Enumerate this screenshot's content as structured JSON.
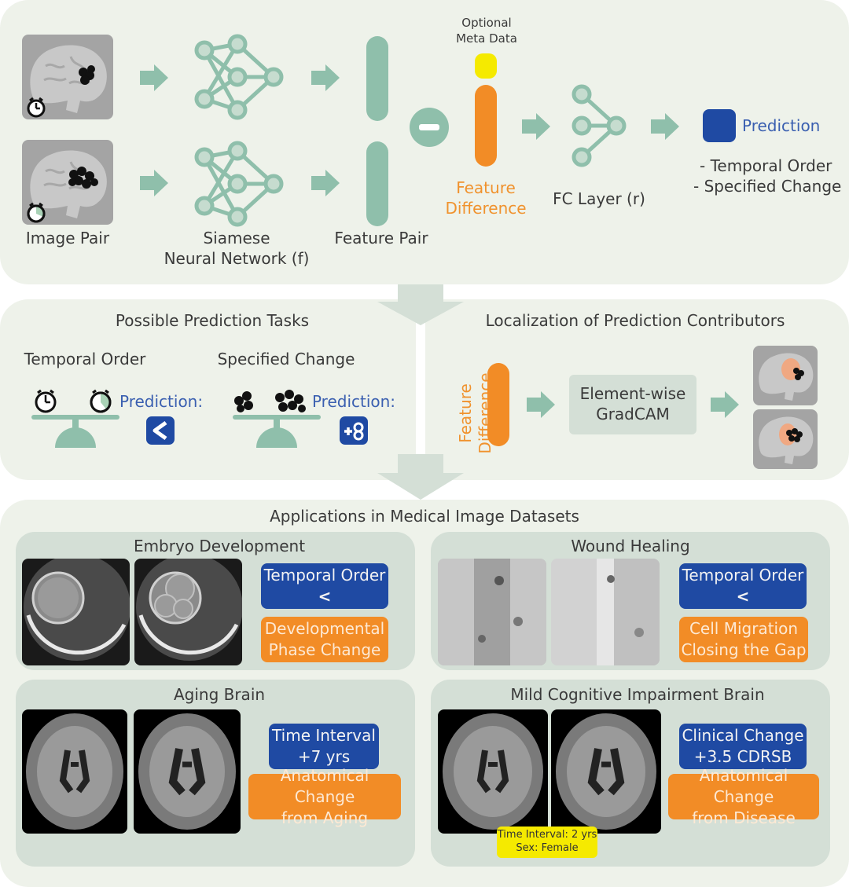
{
  "top": {
    "image_pair_label": "Image Pair",
    "siamese_label_1": "Siamese",
    "siamese_label_2": "Neural Network (f)",
    "feature_pair_label": "Feature Pair",
    "meta_label_1": "Optional",
    "meta_label_2": "Meta Data",
    "feature_diff_1": "Feature",
    "feature_diff_2": "Difference",
    "fc_label": "FC Layer (r)",
    "prediction_label": "Prediction",
    "pred_item_1": "- Temporal Order",
    "pred_item_2": "- Specified Change"
  },
  "middle": {
    "tasks_title": "Possible Prediction Tasks",
    "temporal_order": "Temporal Order",
    "specified_change": "Specified Change",
    "prediction_colon_1": "Prediction:",
    "prediction_colon_2": "Prediction:",
    "localization_title": "Localization of Prediction Contributors",
    "feature_diff_vertical_1": "Feature",
    "feature_diff_vertical_2": "Difference",
    "gradcam_1": "Element-wise",
    "gradcam_2": "GradCAM"
  },
  "bottom": {
    "title": "Applications in Medical Image Datasets",
    "embryo": {
      "title": "Embryo Development",
      "blue_line1": "Temporal Order",
      "blue_line2": "<",
      "orange_line1": "Developmental",
      "orange_line2": "Phase Change"
    },
    "wound": {
      "title": "Wound Healing",
      "blue_line1": "Temporal Order",
      "blue_line2": "<",
      "orange_line1": "Cell Migration",
      "orange_line2": "Closing the Gap"
    },
    "aging": {
      "title": "Aging Brain",
      "blue_line1": "Time Interval",
      "blue_line2": "+7 yrs",
      "orange_line1": "Anatomical Change",
      "orange_line2": "from Aging"
    },
    "mci": {
      "title": "Mild Cognitive Impairment Brain",
      "blue_line1": "Clinical Change",
      "blue_line2": "+3.5 CDRSB",
      "orange_line1": "Anatomical Change",
      "orange_line2": "from Disease",
      "meta_line1": "Time Interval: 2 yrs",
      "meta_line2": "Sex: Female"
    }
  },
  "colors": {
    "panel_bg": "#eef2ea",
    "subpanel_bg": "#d4dfd6",
    "teal": "#8fbfab",
    "orange": "#f28c26",
    "blue": "#1f4aa3",
    "yellow": "#f5ea00"
  }
}
